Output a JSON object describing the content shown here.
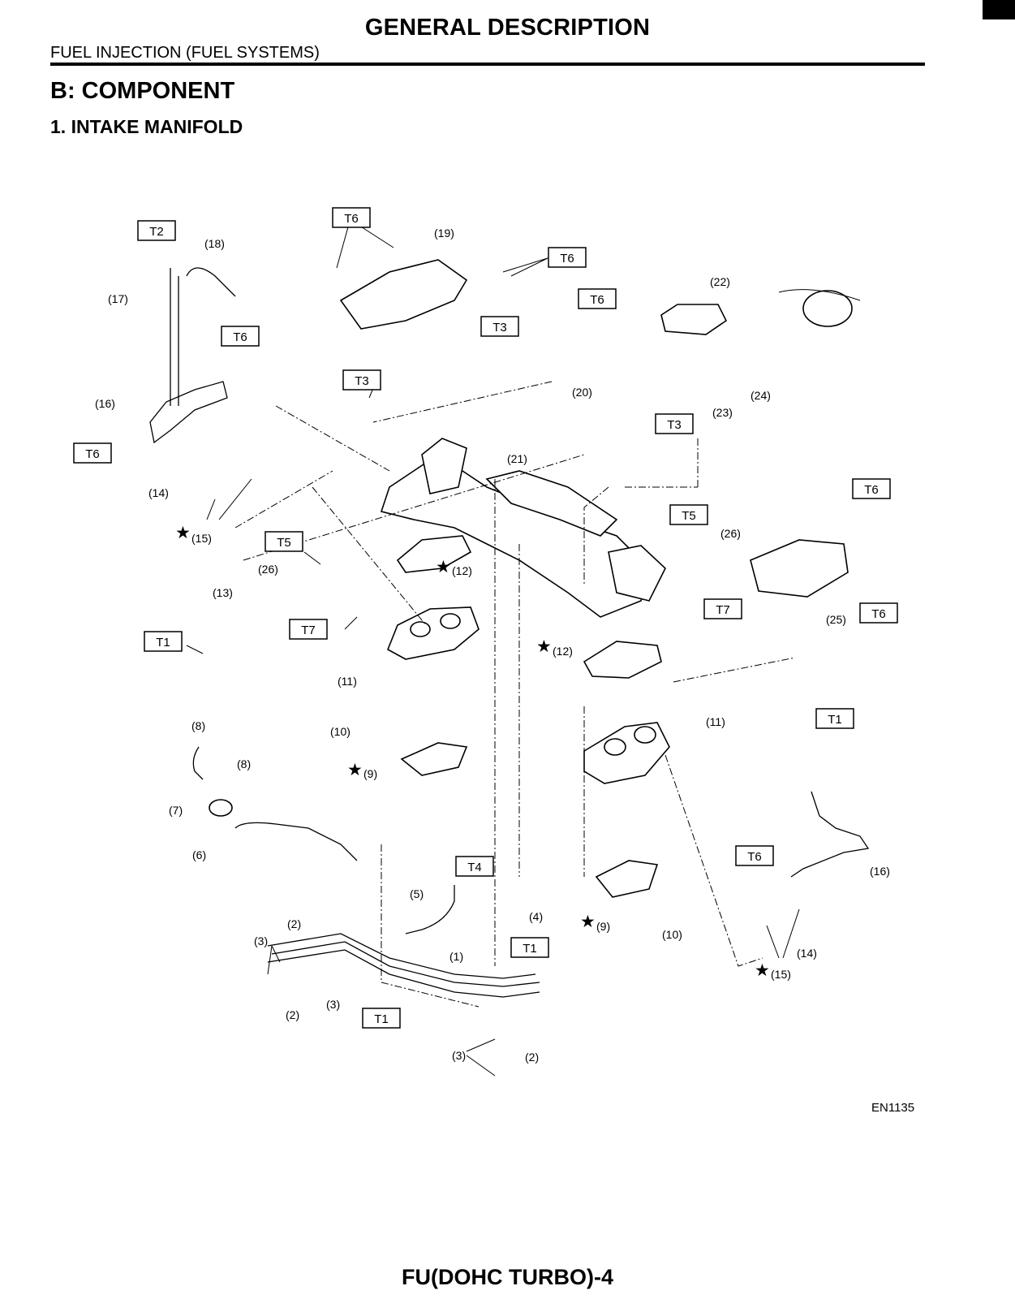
{
  "header": {
    "title": "GENERAL DESCRIPTION",
    "subtitle": "FUEL INJECTION (FUEL SYSTEMS)"
  },
  "section": "B:  COMPONENT",
  "subsection": "1.  INTAKE MANIFOLD",
  "figure_code": "EN1135",
  "footer": "FU(DOHC TURBO)-4",
  "torque_boxes": [
    "T2",
    "T6",
    "T6",
    "T6",
    "T3",
    "T3",
    "T6",
    "T6",
    "T3",
    "T6",
    "T5",
    "T5",
    "T1",
    "T7",
    "T7",
    "T6",
    "T1",
    "T4",
    "T1",
    "T6",
    "T1"
  ],
  "callouts": {
    "c1": "(1)",
    "c2a": "(2)",
    "c2b": "(2)",
    "c2c": "(2)",
    "c3a": "(3)",
    "c3b": "(3)",
    "c3c": "(3)",
    "c4": "(4)",
    "c5": "(5)",
    "c6": "(6)",
    "c7": "(7)",
    "c8a": "(8)",
    "c8b": "(8)",
    "c9a": "(9)",
    "c9b": "(9)",
    "c10a": "(10)",
    "c10b": "(10)",
    "c11a": "(11)",
    "c11b": "(11)",
    "c12a": "(12)",
    "c12b": "(12)",
    "c13": "(13)",
    "c14a": "(14)",
    "c14b": "(14)",
    "c15a": "(15)",
    "c15b": "(15)",
    "c16a": "(16)",
    "c16b": "(16)",
    "c17": "(17)",
    "c18": "(18)",
    "c19": "(19)",
    "c20": "(20)",
    "c21": "(21)",
    "c22": "(22)",
    "c23": "(23)",
    "c24": "(24)",
    "c25": "(25)",
    "c26a": "(26)",
    "c26b": "(26)"
  },
  "star_symbol": "★"
}
